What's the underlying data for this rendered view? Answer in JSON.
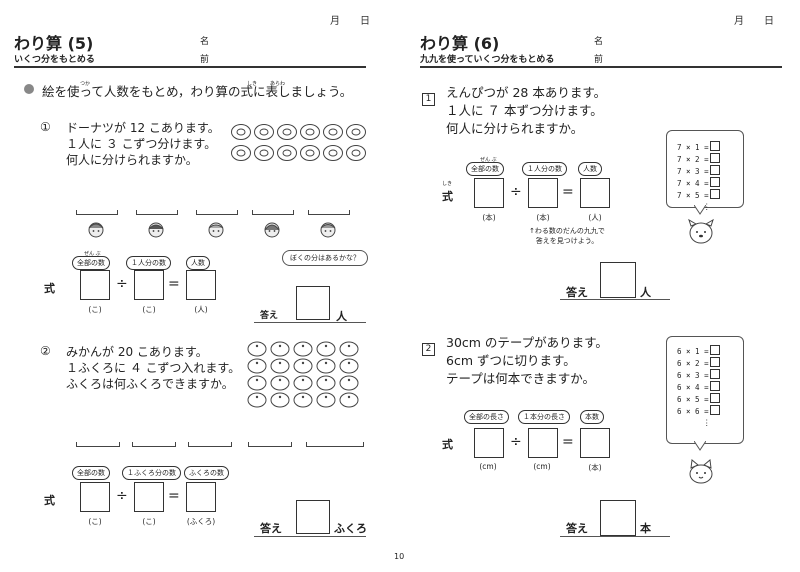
{
  "left": {
    "date_month": "月",
    "date_day": "日",
    "title": "わり算 (5)",
    "subtitle": "いくつ分をもとめる",
    "name_label_1": "名",
    "name_label_2": "前",
    "instruction": "絵を使って人数をもとめ，わり算の式に表しましょう。",
    "instruction_ruby": {
      "tsuka": "つか",
      "shiki": "しき",
      "arawa": "あらわ"
    },
    "q1": {
      "num": "①",
      "lines": [
        "ドーナツが 12 こあります。",
        "１人に ３ こずつ分けます。",
        "何人に分けられますか。"
      ],
      "bubble": "ぼくの分はあるかな？",
      "pill_total": "全部の数",
      "pill_total_ruby": "ぜん ぶ",
      "pill_each": "１人分の数",
      "pill_count": "人数",
      "shiki": "式",
      "unit1": "(こ)",
      "unit2": "(こ)",
      "unit3": "(人)",
      "answer_label": "答え",
      "answer_unit": "人"
    },
    "q2": {
      "num": "②",
      "lines": [
        "みかんが 20 こあります。",
        "１ふくろに ４ こずつ入れます。",
        "ふくろは何ふくろできますか。"
      ],
      "pill_total": "全部の数",
      "pill_each": "１ふくろ分の数",
      "pill_count": "ふくろの数",
      "shiki": "式",
      "unit1": "(こ)",
      "unit2": "(こ)",
      "unit3": "(ふくろ)",
      "answer_label": "答え",
      "answer_unit": "ふくろ"
    },
    "page_number": "10"
  },
  "right": {
    "date_month": "月",
    "date_day": "日",
    "title": "わり算 (6)",
    "subtitle": "九九を使っていくつ分をもとめる",
    "name_label_1": "名",
    "name_label_2": "前",
    "p1": {
      "num": "1",
      "lines": [
        "えんぴつが 28 本あります。",
        "１人に ７ 本ずつ分けます。",
        "何人に分けられますか。"
      ],
      "pill_total": "全部の数",
      "pill_total_ruby": "ぜん ぶ",
      "pill_each": "１人分の数",
      "pill_count": "人数",
      "shiki": "式",
      "shiki_ruby": "しき",
      "unit1": "(本)",
      "unit2": "(本)",
      "unit3": "(人)",
      "hint_1": "↑わる数のだんの九九で",
      "hint_2": "答えを見つけよう。",
      "table": [
        "7 × 1 =",
        "7 × 2 =",
        "7 × 3 =",
        "7 × 4 =",
        "7 × 5 ="
      ],
      "answer_label": "答え",
      "answer_unit": "人"
    },
    "p2": {
      "num": "2",
      "lines": [
        "30cm のテープがあります。",
        "6cm ずつに切ります。",
        "テープは何本できますか。"
      ],
      "pill_total": "全部の長さ",
      "pill_each": "１本分の長さ",
      "pill_count": "本数",
      "shiki": "式",
      "unit1": "(cm)",
      "unit2": "(cm)",
      "unit3": "(本)",
      "table": [
        "6 × 1 =",
        "6 × 2 =",
        "6 × 3 =",
        "6 × 4 =",
        "6 × 5 =",
        "6 × 6 ="
      ],
      "answer_label": "答え",
      "answer_unit": "本"
    }
  }
}
